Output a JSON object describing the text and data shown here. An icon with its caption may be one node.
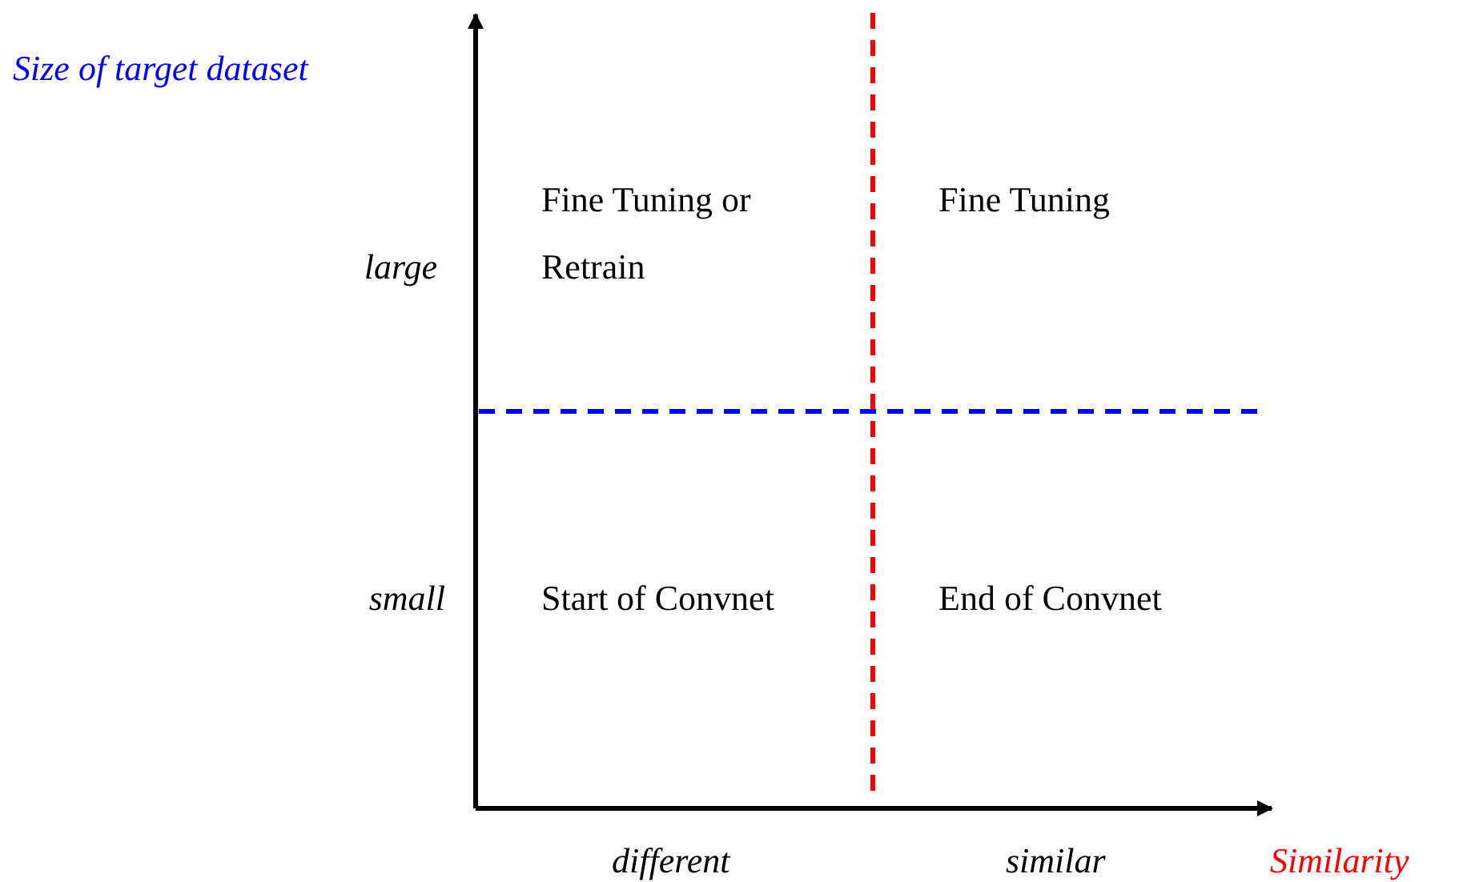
{
  "diagram": {
    "labels": [
      "Size of target dataset",
      "large",
      "Fine Tuning or Retrain",
      "Fine Tuning",
      "small",
      "Start of Convnet",
      "End of Convnet",
      "different",
      "similar",
      "Similarity"
    ]
  }
}
